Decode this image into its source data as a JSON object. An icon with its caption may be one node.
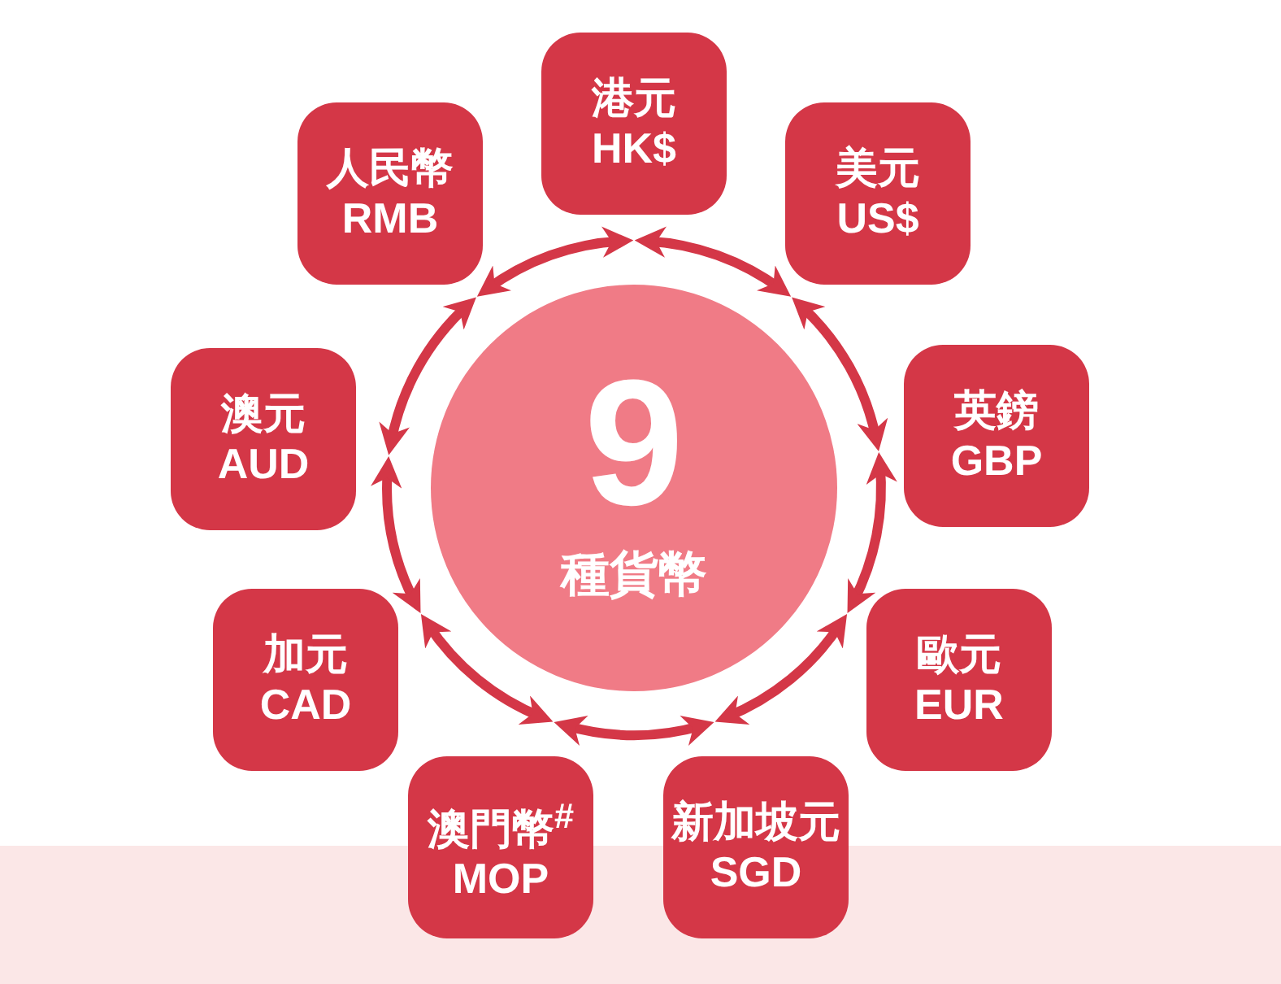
{
  "diagram": {
    "nodes": [
      {
        "text": [
          "港元",
          "HK$"
        ]
      },
      {
        "text": [
          "人民幣",
          "RMB"
        ]
      },
      {
        "text": [
          "美元",
          "US$"
        ]
      },
      {
        "text": [
          "澳元",
          "AUD"
        ]
      },
      {
        "text": [
          "英鎊",
          "GBP"
        ]
      },
      {
        "text": [
          "9",
          "種貨幣"
        ]
      },
      {
        "text": [
          "加元",
          "CAD"
        ]
      },
      {
        "text": [
          "歐元",
          "EUR"
        ]
      },
      {
        "text": [
          "澳門幣$^{#}$",
          "MOP"
        ]
      },
      {
        "text": [
          "新加坡元",
          "SGD"
        ]
      }
    ],
    "edges": [
      {
        "from": 0,
        "to": 2,
        "arrow": "both"
      },
      {
        "from": 2,
        "to": 4,
        "arrow": "both"
      },
      {
        "from": 4,
        "to": 7,
        "arrow": "both"
      },
      {
        "from": 7,
        "to": 9,
        "arrow": "both"
      },
      {
        "from": 9,
        "to": 8,
        "arrow": "both"
      },
      {
        "from": 8,
        "to": 6,
        "arrow": "both"
      },
      {
        "from": 6,
        "to": 3,
        "arrow": "both"
      },
      {
        "from": 3,
        "to": 1,
        "arrow": "both"
      },
      {
        "from": 1,
        "to": 0,
        "arrow": "both"
      }
    ]
  }
}
